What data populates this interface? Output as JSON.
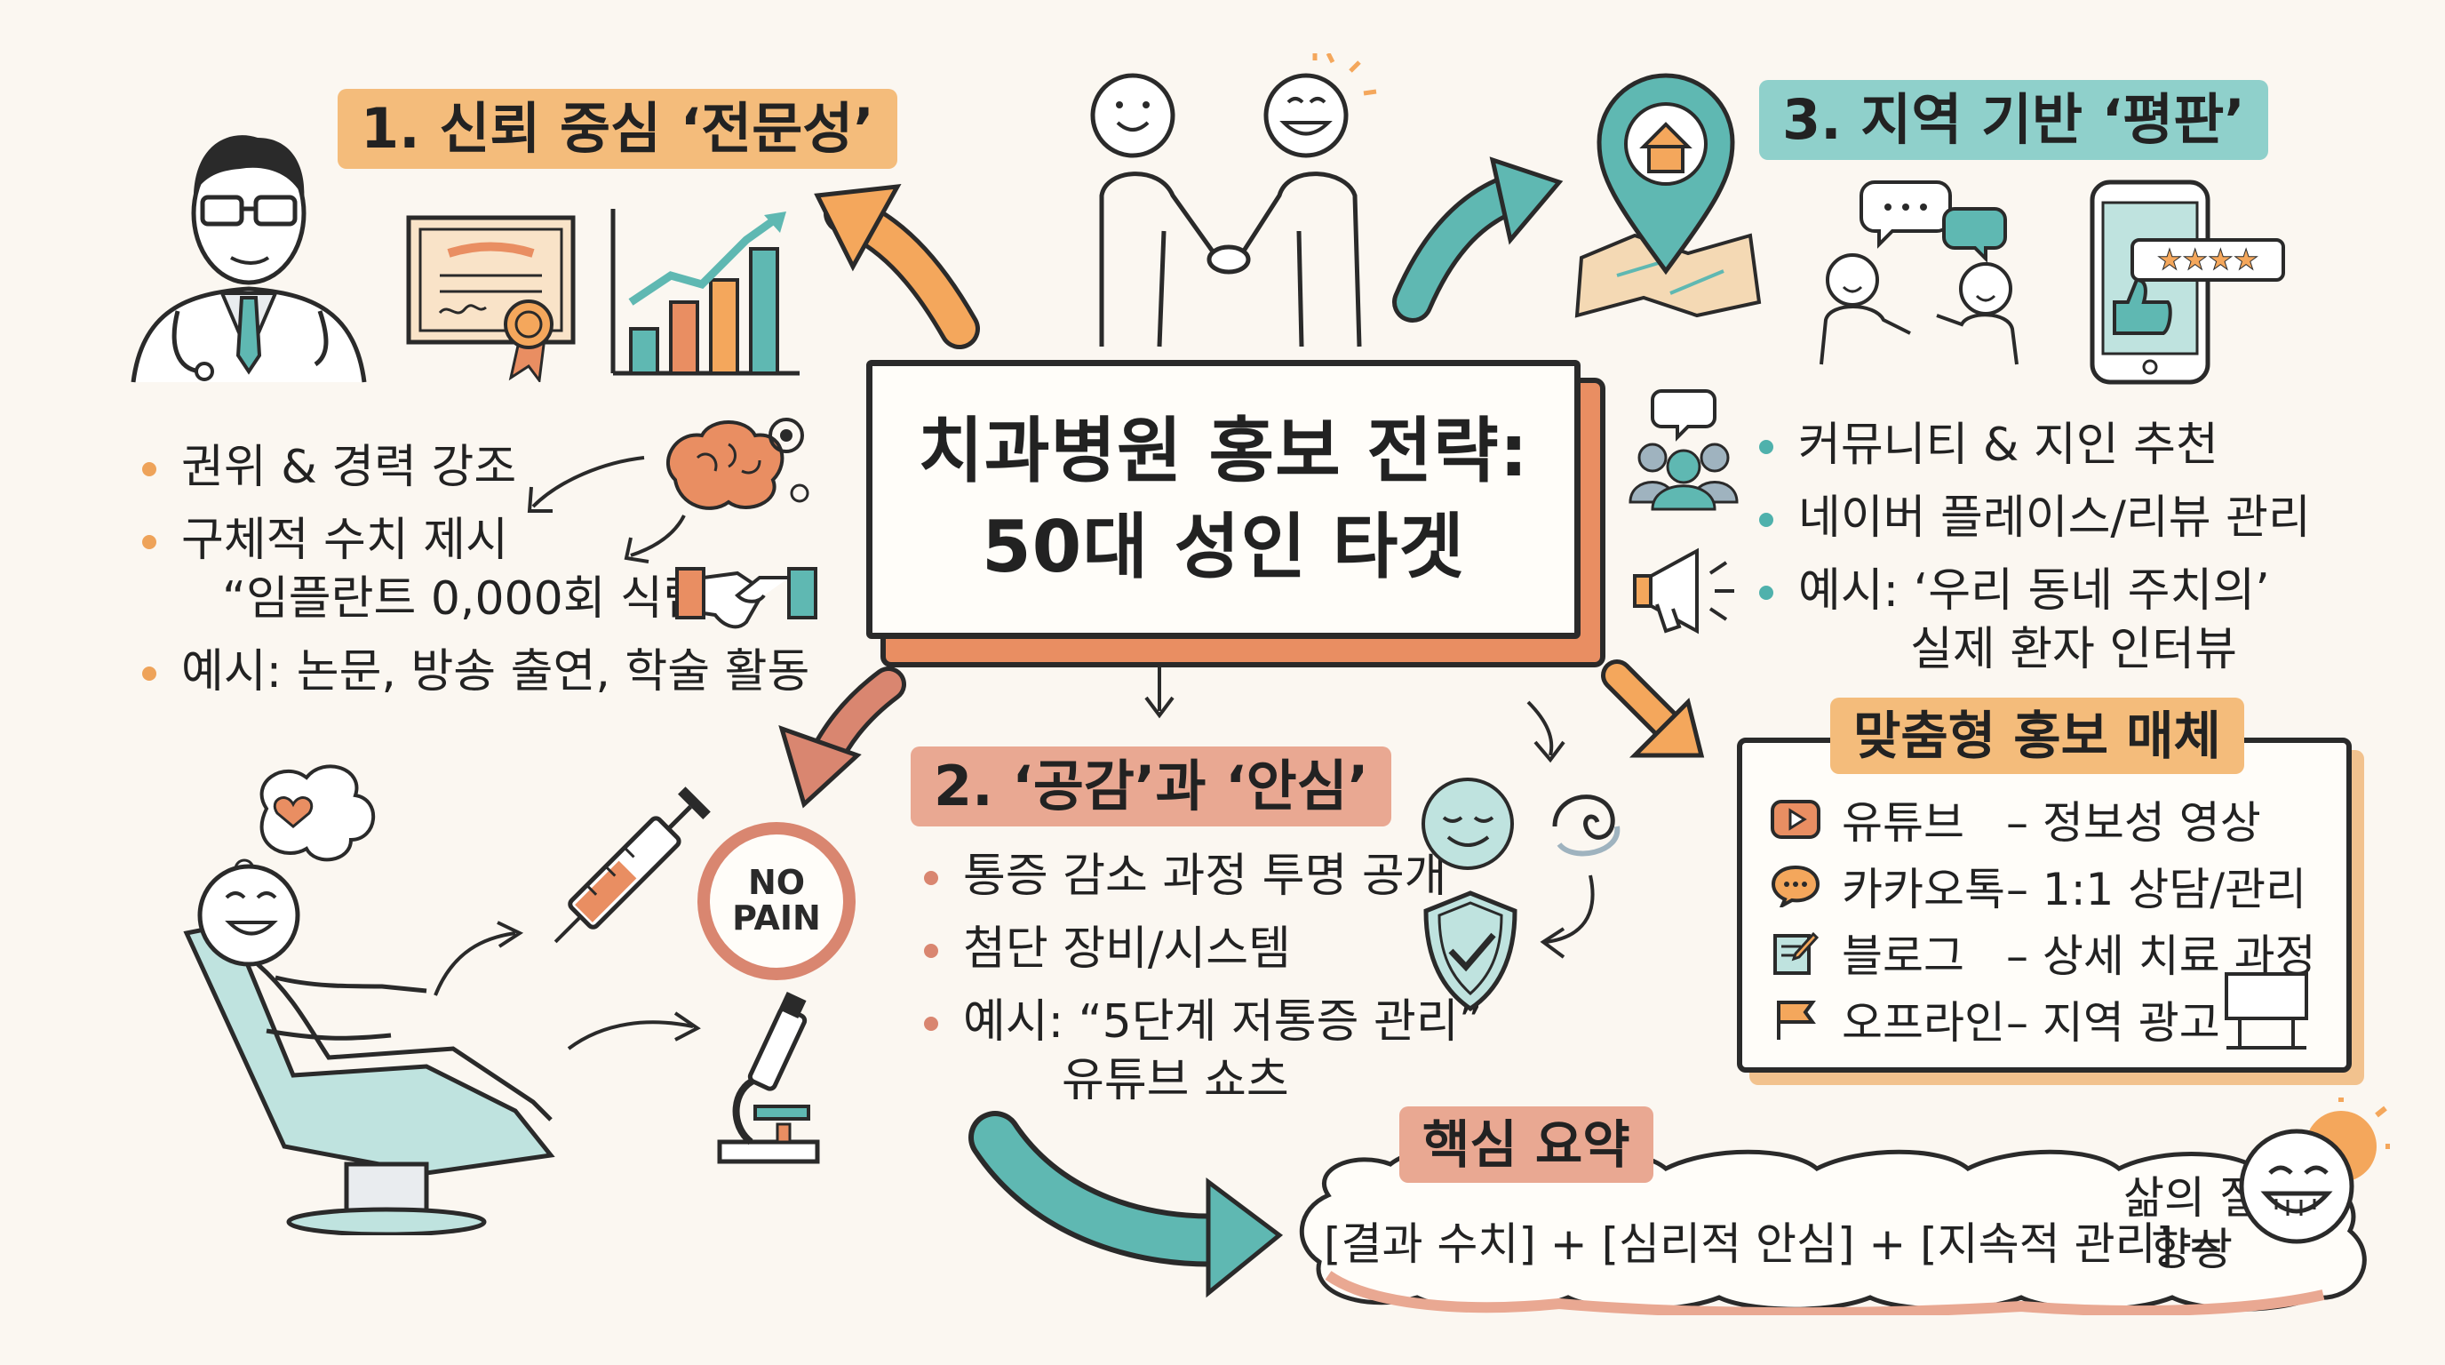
{
  "center": {
    "line1": "치과병원 홍보 전략:",
    "line2": "50대 성인 타겟"
  },
  "section1": {
    "title": "1. 신뢰 중심 ‘전문성’",
    "bullets": [
      "권위 & 경력 강조",
      "구체적 수치 제시"
    ],
    "quote": "“임플란트 0,000회 식립”",
    "example": "예시: 논문, 방송 출연, 학술 활동"
  },
  "section2": {
    "title": "2. ‘공감’과 ‘안심’",
    "bullets": [
      "통증 감소 과정 투명 공개",
      "첨단 장비/시스템"
    ],
    "example": "예시: “5단계 저통증 관리”",
    "example_sub": "유튜브 쇼츠",
    "no_pain_line1": "NO",
    "no_pain_line2": "PAIN"
  },
  "section3": {
    "title": "3. 지역 기반 ‘평판’",
    "bullets": [
      "커뮤니티 & 지인 추천",
      "네이버 플레이스/리뷰 관리"
    ],
    "example": "예시: ‘우리 동네 주치의’",
    "example_sub": "실제 환자 인터뷰",
    "stars": "★★★★"
  },
  "media": {
    "title": "맞춤형 홍보 매체",
    "items": [
      {
        "name": "유튜브",
        "desc": "– 정보성 영상",
        "icon": "youtube-icon"
      },
      {
        "name": "카카오톡",
        "desc": "– 1:1 상담/관리",
        "icon": "kakaotalk-icon"
      },
      {
        "name": "블로그",
        "desc": "– 상세 치료 과정",
        "icon": "blog-icon"
      },
      {
        "name": "오프라인",
        "desc": "– 지역 광고",
        "icon": "flag-icon"
      }
    ]
  },
  "summary": {
    "title": "핵심 요약",
    "formula": "[결과 수치] + [심리적 안심] + [지속적 관리] =",
    "result_line1": "삶의 질",
    "result_line2": "향상"
  },
  "colors": {
    "orange": "#f4bc7b",
    "teal": "#4fb1ac",
    "rose": "#d98670",
    "ink": "#2a2a2a"
  }
}
